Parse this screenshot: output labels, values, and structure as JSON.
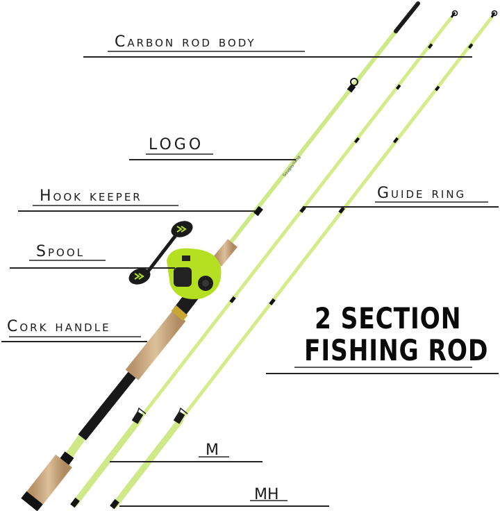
{
  "title": {
    "line1": "2 SECTION",
    "line2": "FISHING ROD"
  },
  "labels": {
    "carbon_rod_body": "Carbon rod body",
    "logo": "LOGO",
    "hook_keeper": "Hook keeper",
    "spool": "Spool",
    "cork_handle": "Cork handle",
    "guide_ring": "Guide ring",
    "m": "M",
    "mh": "MH"
  },
  "colors": {
    "blank": "#d4ec8a",
    "blank_shade": "#b8d66a",
    "reel": "#b5e021",
    "cork": "#c9a77a",
    "black": "#151515",
    "text": "#1a1a1a"
  }
}
